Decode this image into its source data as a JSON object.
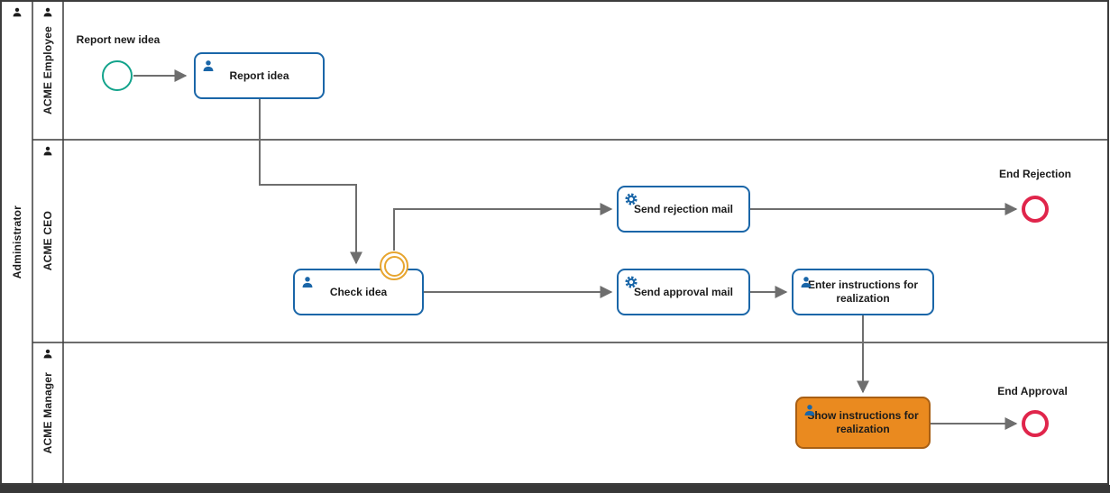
{
  "pool": {
    "label": "Administrator"
  },
  "lanes": [
    {
      "label": "ACME Employee"
    },
    {
      "label": "ACME CEO"
    },
    {
      "label": "ACME Manager"
    }
  ],
  "events": {
    "start_label": "Report new idea",
    "end_rejection_label": "End Rejection",
    "end_approval_label": "End Approval"
  },
  "tasks": {
    "report_idea": {
      "label": "Report idea",
      "type": "user-task",
      "icon": "user-icon"
    },
    "check_idea": {
      "label": "Check idea",
      "type": "user-task",
      "icon": "user-icon"
    },
    "send_rejection_mail": {
      "label": "Send rejection mail",
      "type": "service-task",
      "icon": "gear-icon"
    },
    "send_approval_mail": {
      "label": "Send approval mail",
      "type": "service-task",
      "icon": "gear-icon"
    },
    "enter_instructions": {
      "label": "Enter instructions for realization",
      "type": "user-task",
      "icon": "user-icon"
    },
    "show_instructions": {
      "label": "Show instructions for realization",
      "type": "user-task",
      "icon": "user-icon",
      "highlighted": true
    }
  },
  "colors": {
    "task_stroke": "#1a66a8",
    "start_event_stroke": "#12a38b",
    "boundary_event_stroke": "#e7a52f",
    "end_event_stroke": "#e0254b",
    "highlight_fill": "#ea8a1f",
    "highlight_stroke": "#a85f14",
    "connector": "#6e6e6e",
    "frame": "#3c3c3c"
  }
}
